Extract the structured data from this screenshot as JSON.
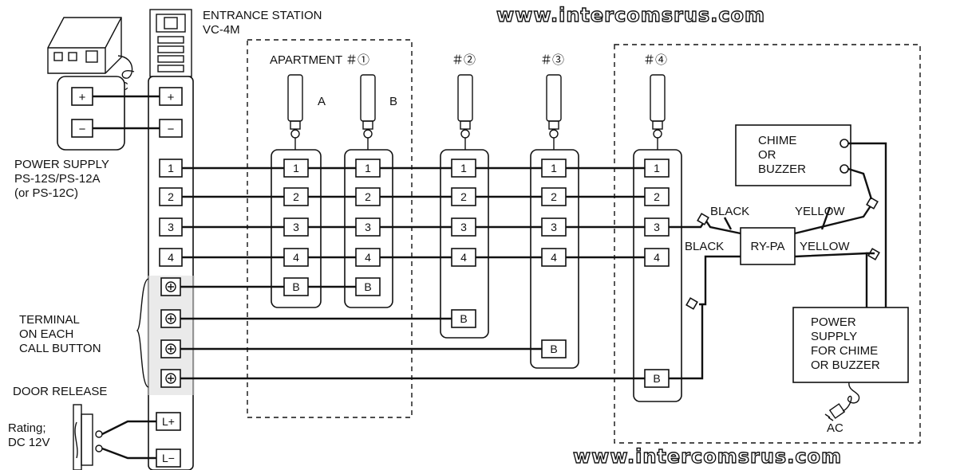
{
  "watermark": "www.intercomsrus.com",
  "entrance_station": {
    "line1": "ENTRANCE STATION",
    "line2": "VC-4M"
  },
  "power_supply": {
    "ac": "AC",
    "plus": "+",
    "minus": "−",
    "line1": "POWER SUPPLY",
    "line2": "PS-12S/PS-12A",
    "line3": "(or PS-12C)"
  },
  "station_terminals": [
    "1",
    "2",
    "3",
    "4"
  ],
  "call_button_label": [
    "TERMINAL",
    "ON EACH",
    "CALL BUTTON"
  ],
  "door_release": {
    "label": "DOOR RELEASE",
    "rating1": "Rating;",
    "rating2": "DC 12V",
    "lplus": "L+",
    "lminus": "L−"
  },
  "apartments": {
    "a1": "APARTMENT ＃①",
    "a2": "＃②",
    "a3": "＃③",
    "a4": "＃④",
    "handset_a": "A",
    "handset_b": "B",
    "terminal_b": "B"
  },
  "chime": {
    "line1": "CHIME",
    "line2": "OR",
    "line3": "BUZZER"
  },
  "relay": {
    "name": "RY-PA",
    "black_upper": "BLACK",
    "black_lower": "BLACK",
    "yellow_upper": "YELLOW",
    "yellow_lower": "YELLOW"
  },
  "chime_power": {
    "line1": "POWER",
    "line2": "SUPPLY",
    "line3": "FOR CHIME",
    "line4": "OR BUZZER",
    "ac": "AC"
  }
}
